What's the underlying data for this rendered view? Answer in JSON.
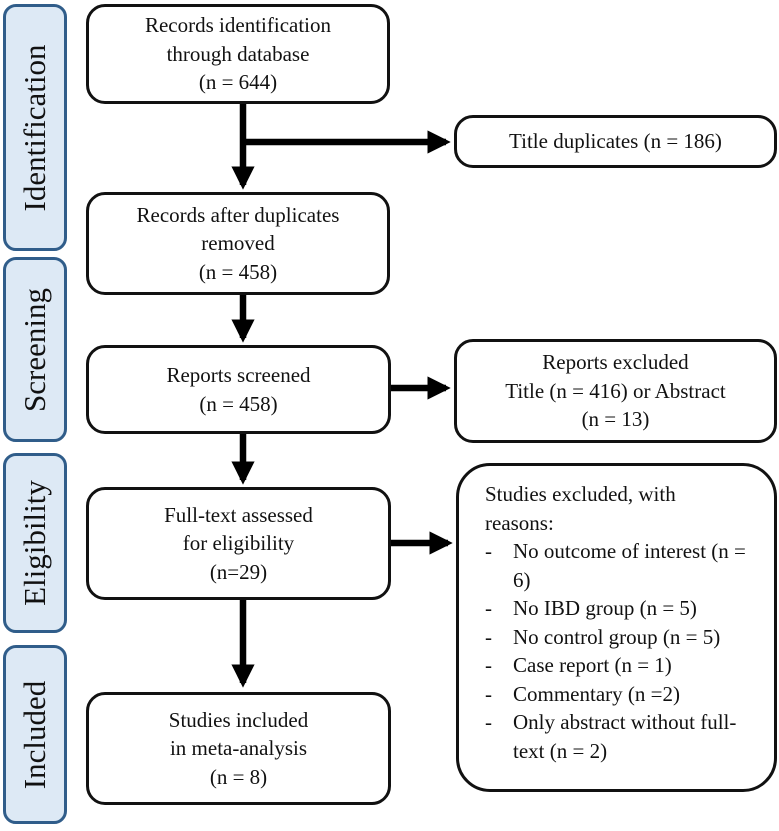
{
  "diagram": {
    "stages": [
      {
        "label": "Identification"
      },
      {
        "label": "Screening"
      },
      {
        "label": "Eligibility"
      },
      {
        "label": "Included"
      }
    ],
    "flow": {
      "records_identification": {
        "lines": [
          "Records identification",
          "through database",
          "(n = 644)"
        ]
      },
      "title_duplicates": {
        "lines": [
          "Title duplicates (n = 186)"
        ]
      },
      "records_after_dup": {
        "lines": [
          "Records after duplicates",
          "removed",
          "(n = 458)"
        ]
      },
      "reports_screened": {
        "lines": [
          "Reports screened",
          "(n = 458)"
        ]
      },
      "reports_excluded": {
        "lines": [
          "Reports excluded",
          "Title (n = 416) or Abstract",
          "(n = 13)"
        ]
      },
      "fulltext_assessed": {
        "lines": [
          "Full-text assessed",
          "for eligibility",
          "(n=29)"
        ]
      },
      "studies_excluded": {
        "title_lines": [
          "Studies excluded, with",
          "reasons:"
        ],
        "marker": "-",
        "items": [
          "No outcome of interest (n = 6)",
          "No IBD group (n = 5)",
          "No control group (n = 5)",
          "Case report (n = 1)",
          "Commentary (n =2)",
          "Only abstract without full-text (n = 2)"
        ]
      },
      "studies_included": {
        "lines": [
          "Studies included",
          "in meta-analysis",
          "(n = 8)"
        ]
      }
    },
    "colors": {
      "stage_fill": "#dde9f5",
      "stage_border": "#305d8a",
      "box_border": "#111111",
      "arrow": "#000000"
    }
  }
}
